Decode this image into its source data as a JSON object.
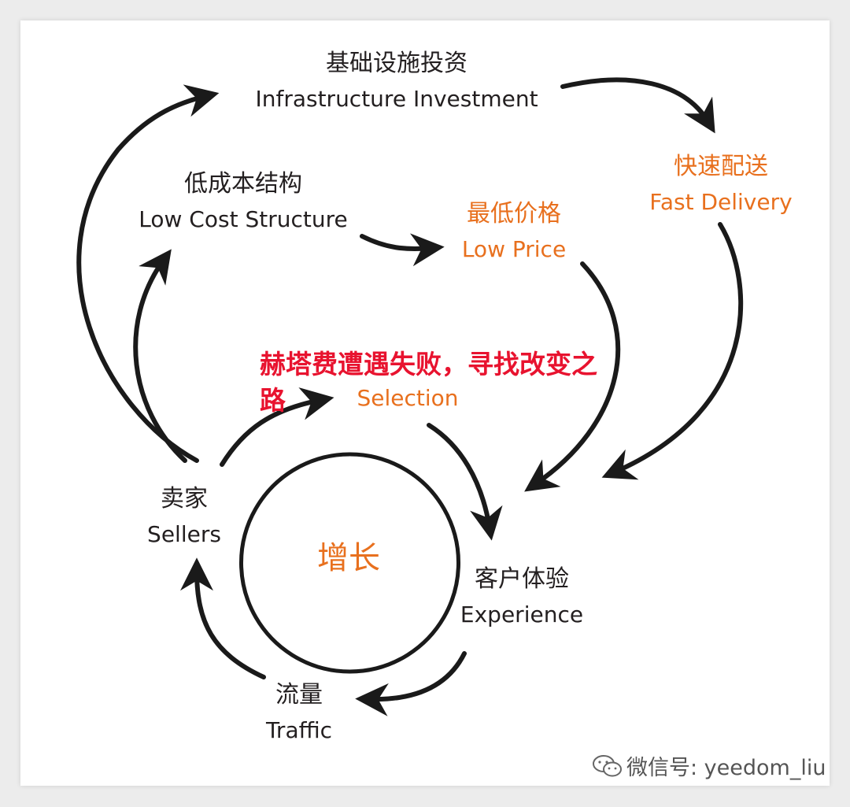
{
  "nodes": {
    "infrastructure": {
      "zh": "基础设施投资",
      "en": "Infrastructure Investment"
    },
    "fast_delivery": {
      "zh": "快速配送",
      "en": "Fast Delivery"
    },
    "low_cost": {
      "zh": "低成本结构",
      "en": "Low Cost Structure"
    },
    "low_price": {
      "zh": "最低价格",
      "en": "Low Price"
    },
    "selection": {
      "en": "Selection"
    },
    "sellers": {
      "zh": "卖家",
      "en": "Sellers"
    },
    "growth": {
      "zh": "增长"
    },
    "experience": {
      "zh": "客户体验",
      "en": "Experience"
    },
    "traffic": {
      "zh": "流量",
      "en": "Traffic"
    }
  },
  "overlay": {
    "title": "赫塔费遭遇失败，寻找改变之路"
  },
  "watermark": {
    "text": "微信号: yeedom_liu",
    "icon": "wechat-icon"
  },
  "colors": {
    "ink": "#231f20",
    "accent": "#e8701e",
    "overlay_red": "#e8132f",
    "background": "#ffffff"
  }
}
